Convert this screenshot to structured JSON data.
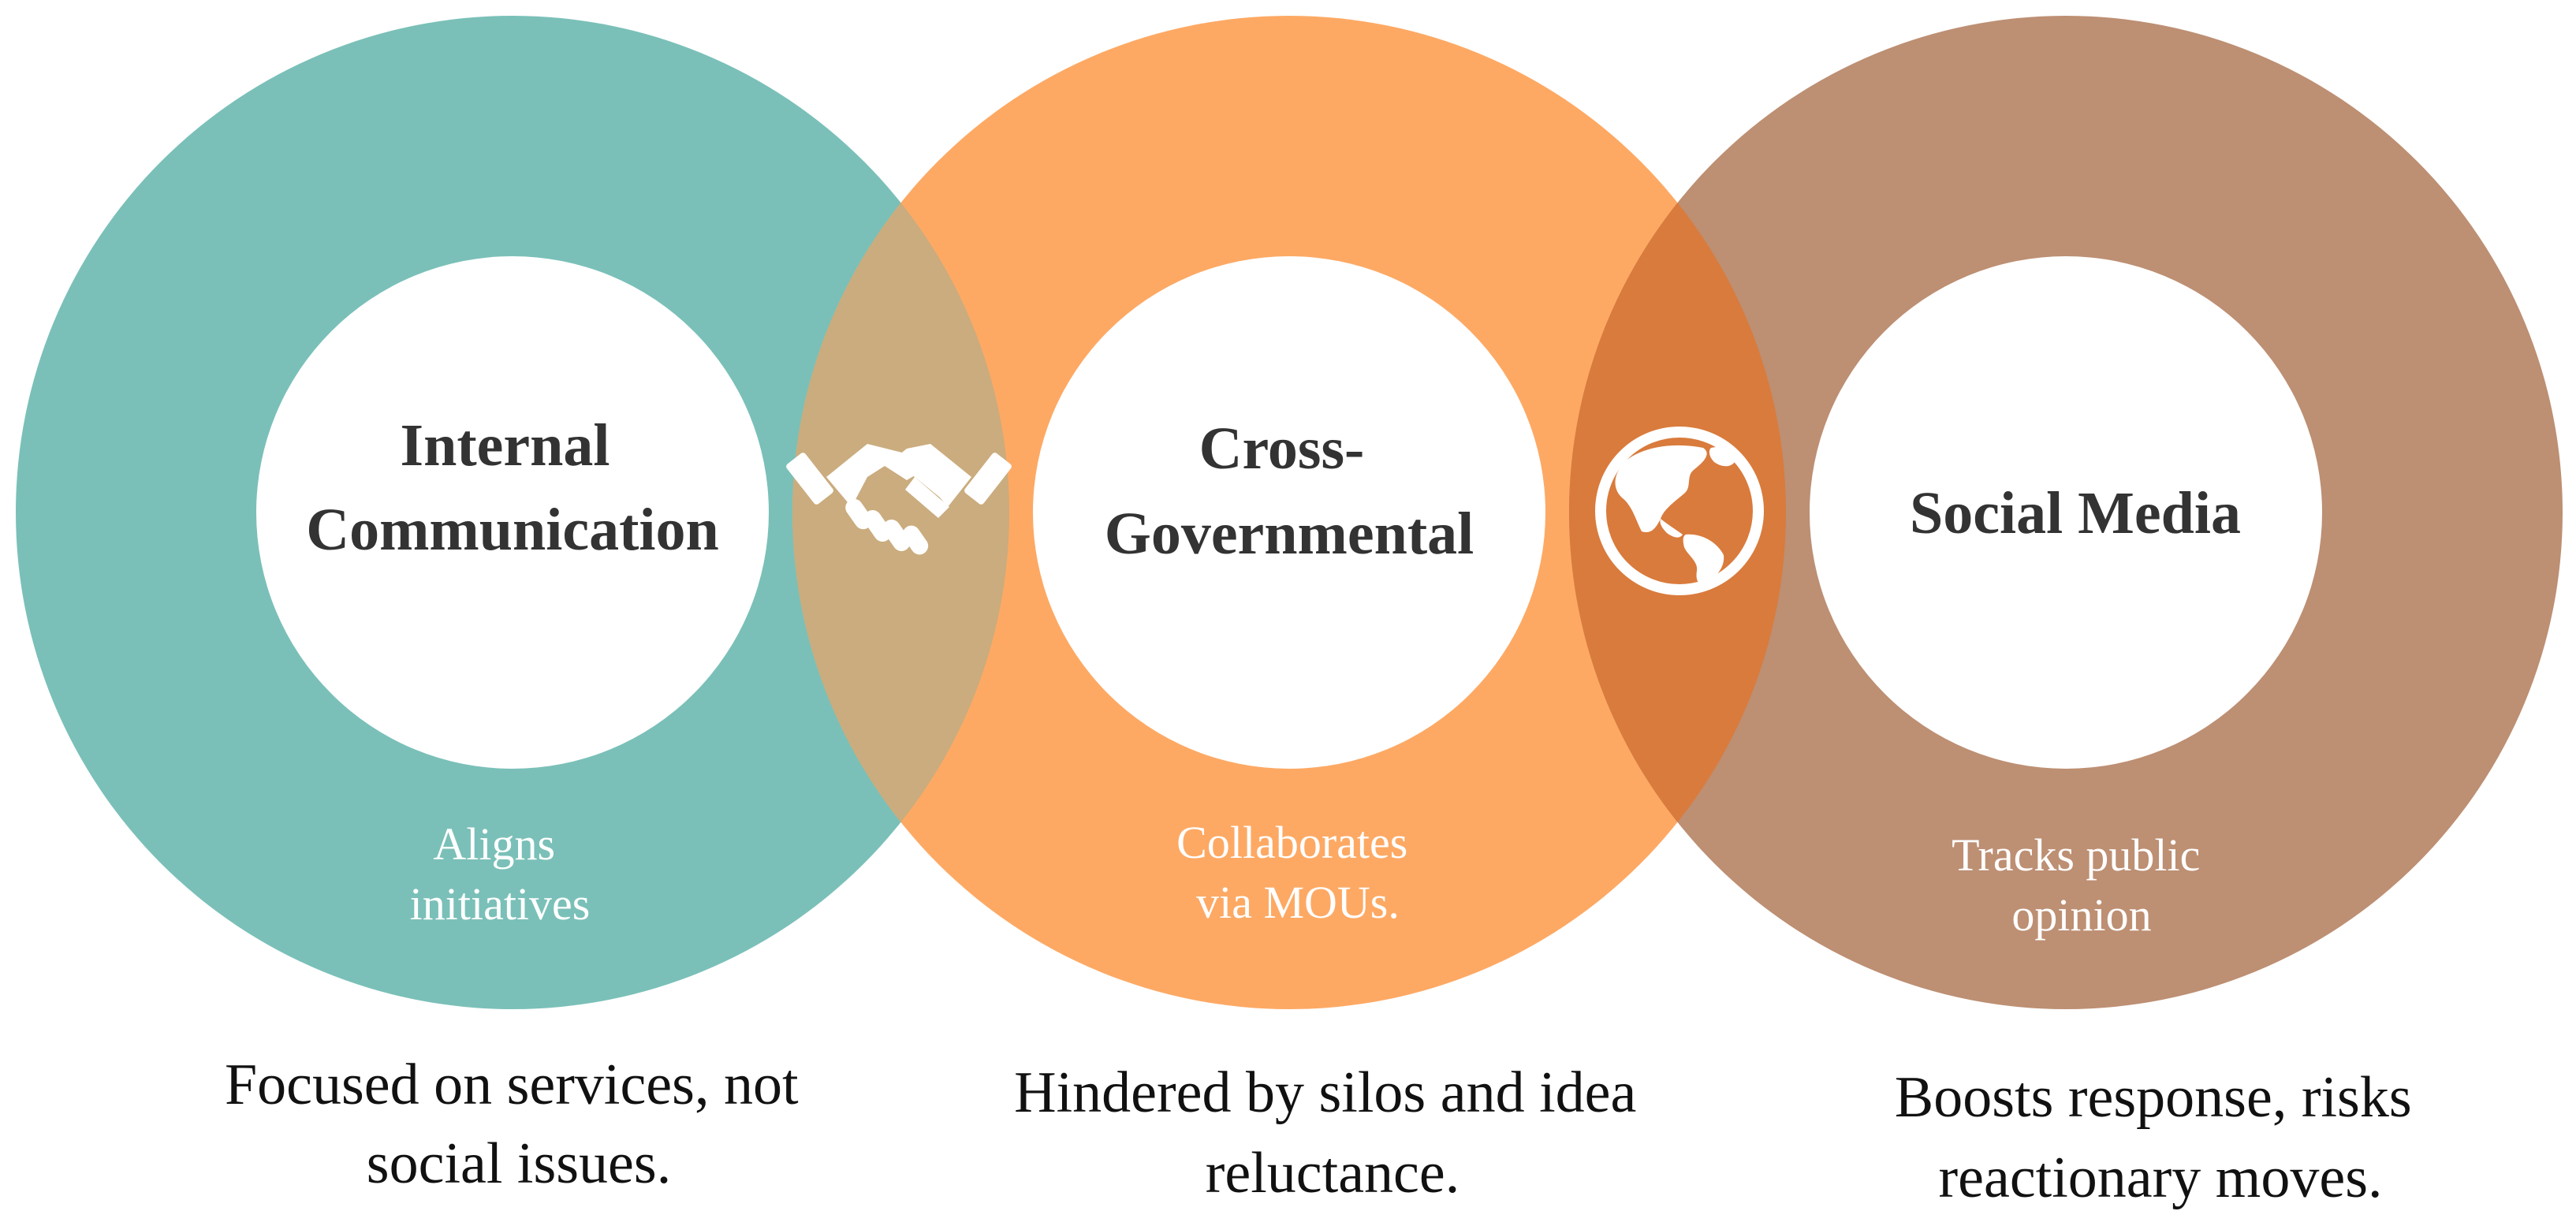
{
  "colors": {
    "teal": "#7ac0b8",
    "orange": "#fda964",
    "brown": "#bd8f73",
    "overlap_teal_orange": "#caac7e",
    "overlap_orange_brown": "#d97b3c",
    "icon": "#ffffff",
    "title_text": "#333333",
    "caption_text": "#111111"
  },
  "circles": [
    {
      "id": "internal",
      "title_lines": [
        "Internal",
        "Communication"
      ],
      "ring_lines": [
        "Aligns",
        "initiatives"
      ],
      "caption_lines": [
        "Focused on services, not",
        "social issues."
      ]
    },
    {
      "id": "cross",
      "title_lines": [
        "Cross-",
        "Governmental"
      ],
      "ring_lines": [
        "Collaborates",
        "via MOUs."
      ],
      "caption_lines": [
        "Hindered by silos and idea",
        "reluctance."
      ]
    },
    {
      "id": "social",
      "title_lines": [
        "Social Media"
      ],
      "ring_lines": [
        "Tracks public",
        "opinion"
      ],
      "caption_lines": [
        "Boosts response, risks",
        "reactionary moves."
      ]
    }
  ],
  "overlap_icons": [
    "handshake-icon",
    "globe-icon"
  ]
}
